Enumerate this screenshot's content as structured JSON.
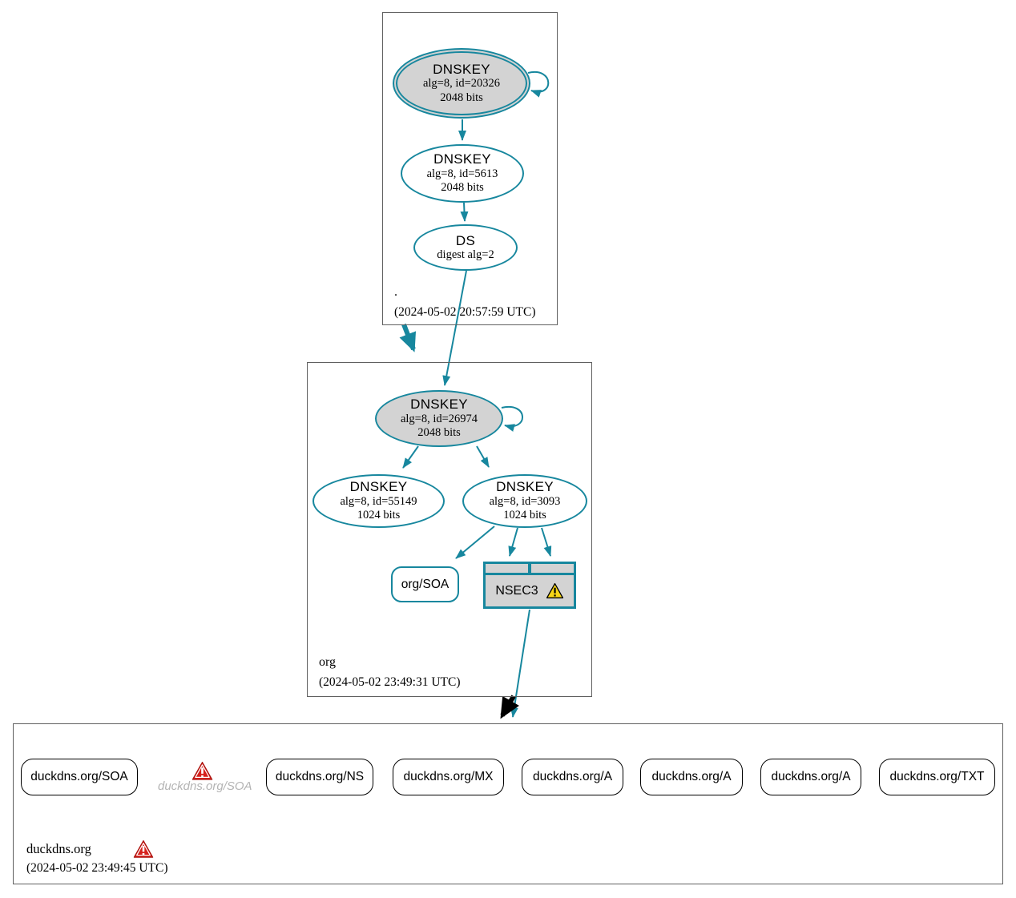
{
  "colors": {
    "teal": "#17879e",
    "node_fill_gray": "#d3d3d3",
    "warning_yellow": "#f8d616",
    "error_red": "#d6201b",
    "missing_text_gray": "#b4b4b4"
  },
  "root_zone": {
    "label": ".",
    "timestamp": "(2024-05-02 20:57:59 UTC)",
    "ksk": {
      "type": "DNSKEY",
      "alg": "alg=8, id=20326",
      "bits": "2048 bits"
    },
    "zsk": {
      "type": "DNSKEY",
      "alg": "alg=8, id=5613",
      "bits": "2048 bits"
    },
    "ds": {
      "type": "DS",
      "alg": "digest alg=2"
    }
  },
  "org_zone": {
    "label": "org",
    "timestamp": "(2024-05-02 23:49:31 UTC)",
    "ksk": {
      "type": "DNSKEY",
      "alg": "alg=8, id=26974",
      "bits": "2048 bits"
    },
    "zsk1": {
      "type": "DNSKEY",
      "alg": "alg=8, id=55149",
      "bits": "1024 bits"
    },
    "zsk2": {
      "type": "DNSKEY",
      "alg": "alg=8, id=3093",
      "bits": "1024 bits"
    },
    "soa": {
      "label": "org/SOA"
    },
    "nsec3": {
      "label": "NSEC3"
    }
  },
  "duckdns_zone": {
    "label": "duckdns.org",
    "timestamp": "(2024-05-02 23:49:45 UTC)",
    "missing_rrset": {
      "label": "duckdns.org/SOA"
    },
    "rrsets": [
      {
        "label": "duckdns.org/SOA"
      },
      {
        "label": "duckdns.org/NS"
      },
      {
        "label": "duckdns.org/MX"
      },
      {
        "label": "duckdns.org/A"
      },
      {
        "label": "duckdns.org/A"
      },
      {
        "label": "duckdns.org/A"
      },
      {
        "label": "duckdns.org/TXT"
      }
    ]
  }
}
